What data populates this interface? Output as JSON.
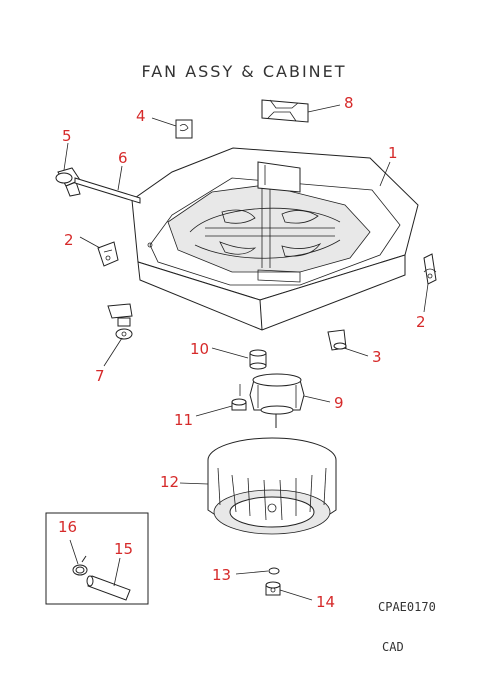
{
  "title": "FAN ASSY & CABINET",
  "drawing_code": "CPAE0170",
  "cad_label": "CAD",
  "label_color": "#d62a2a",
  "callouts": {
    "c1": "1",
    "c2a": "2",
    "c2b": "2",
    "c3": "3",
    "c4": "4",
    "c5": "5",
    "c6": "6",
    "c7": "7",
    "c8": "8",
    "c9": "9",
    "c10": "10",
    "c11": "11",
    "c12": "12",
    "c13": "13",
    "c14": "14",
    "c15": "15",
    "c16": "16"
  }
}
